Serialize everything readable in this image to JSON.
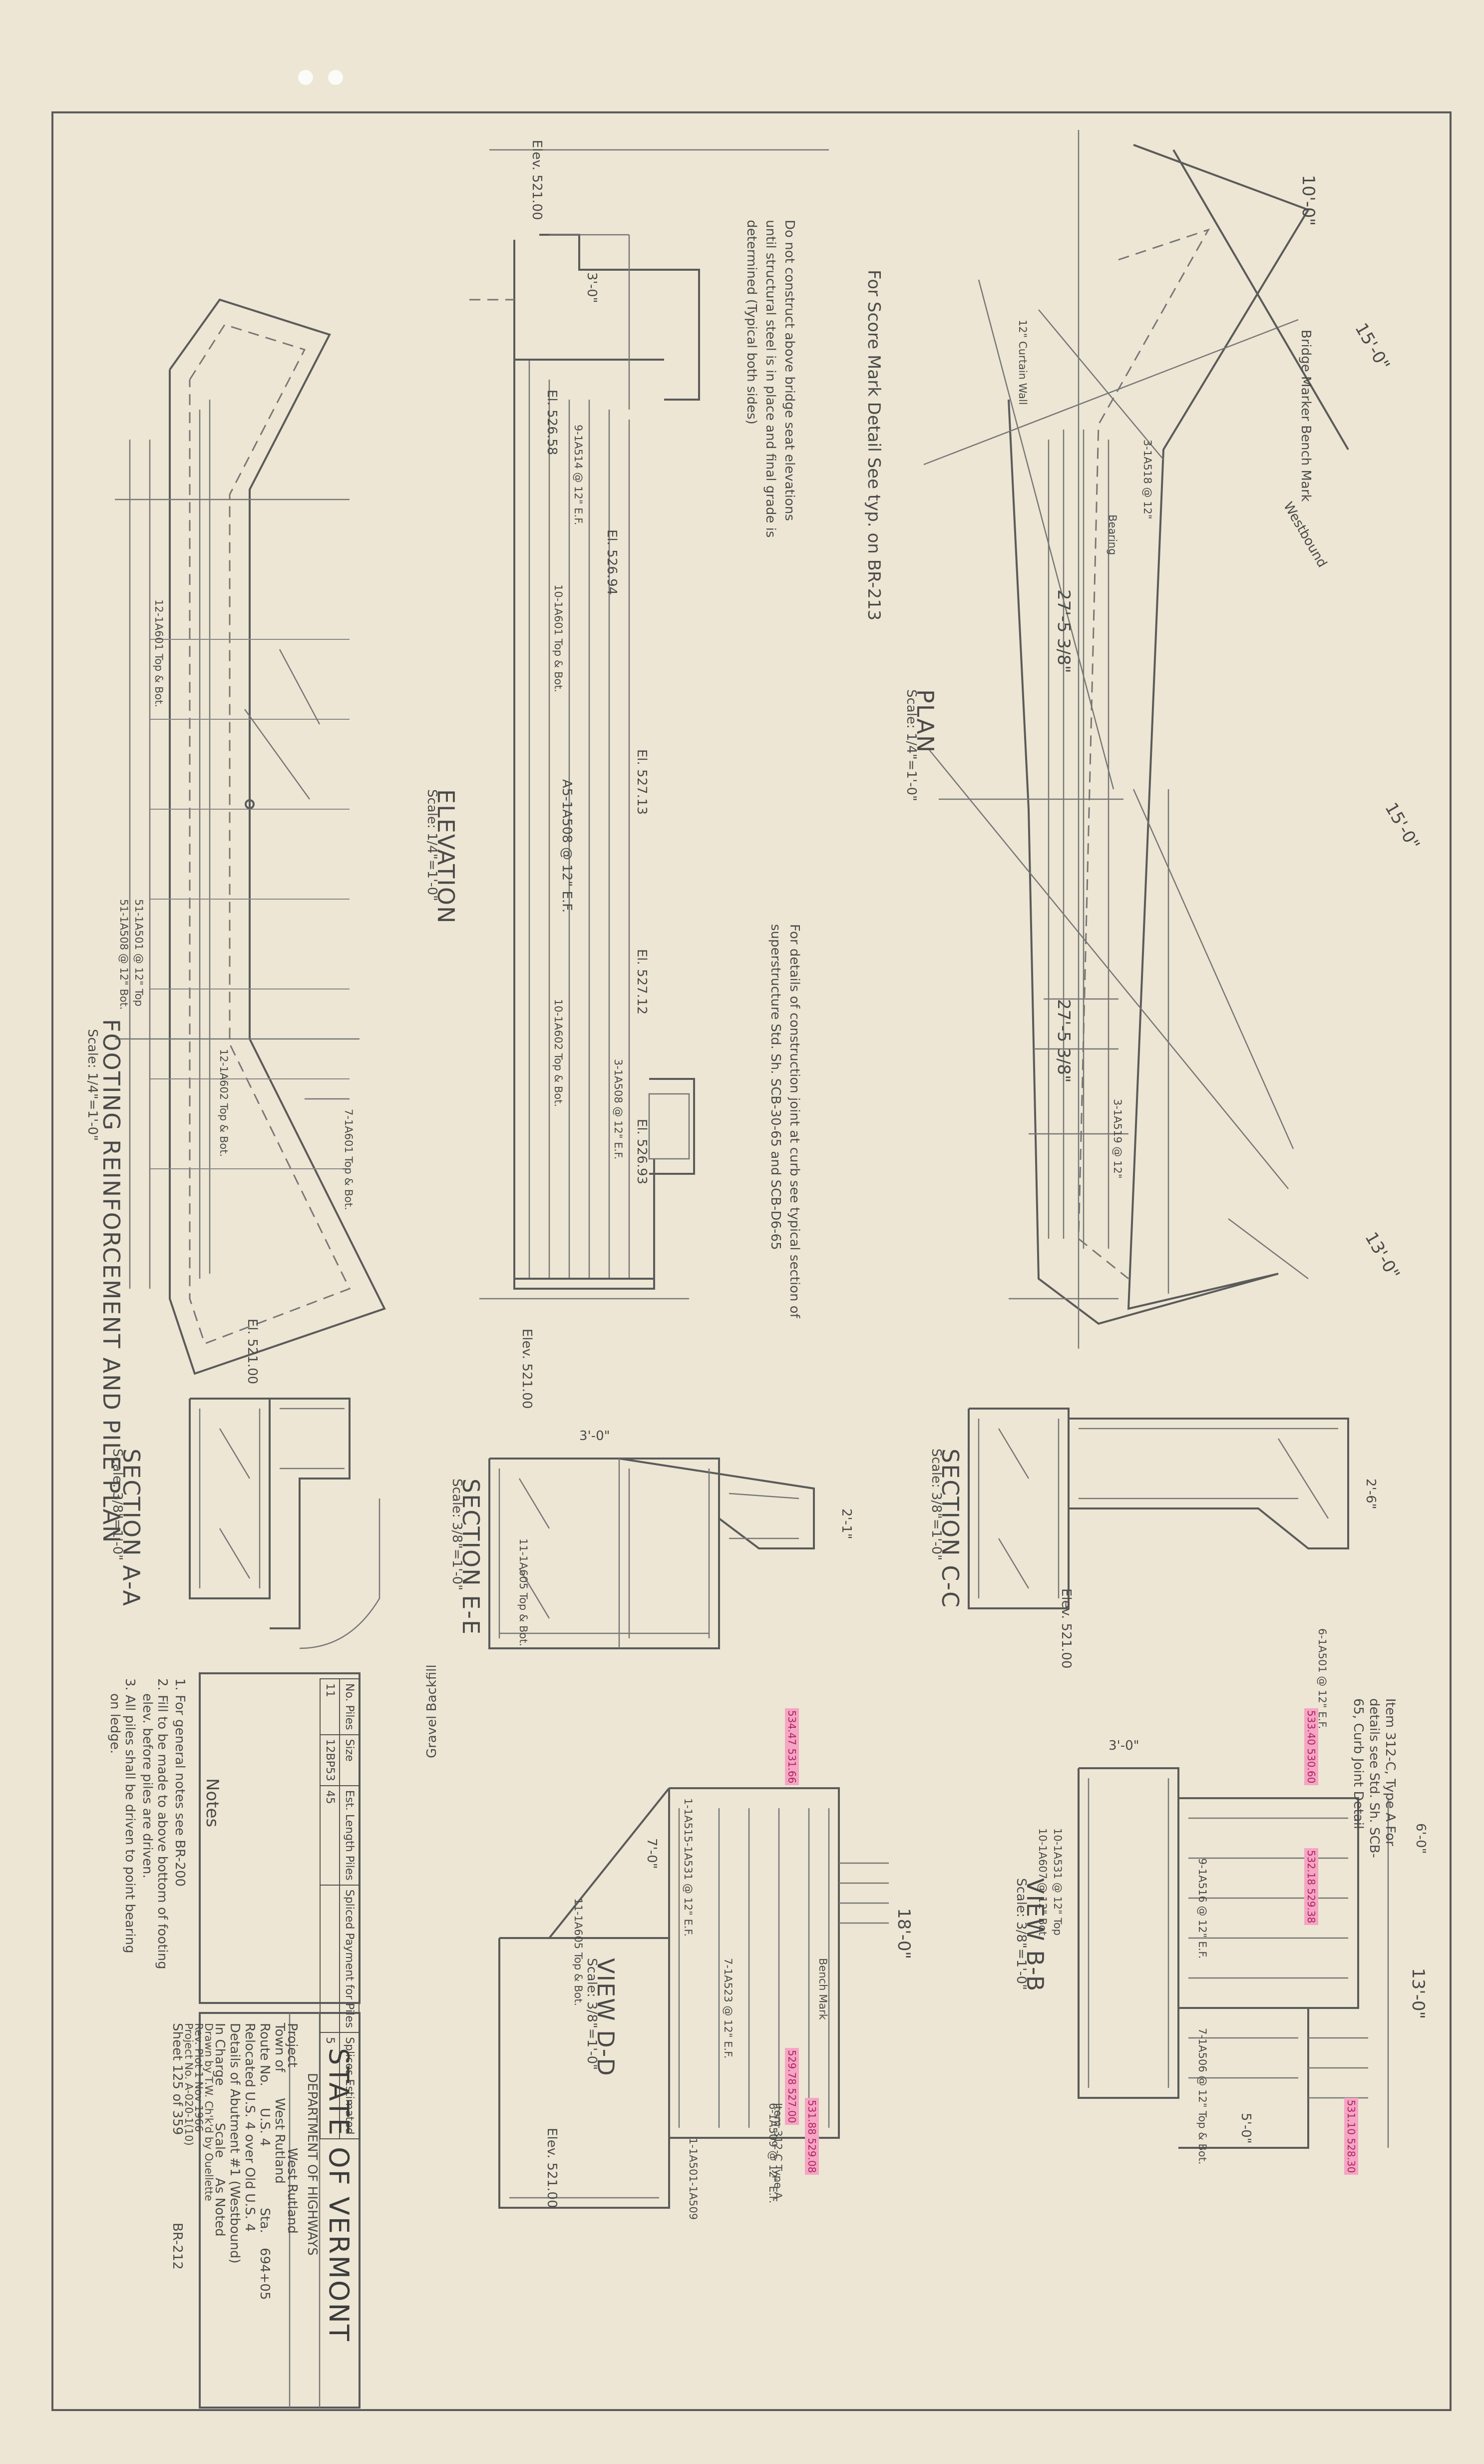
{
  "title_block": {
    "state": "STATE OF VERMONT",
    "department": "DEPARTMENT OF HIGHWAYS",
    "project_label": "Project",
    "project_value": "West Rutland",
    "town_label": "Town of",
    "town_value": "West Rutland",
    "route_label": "Route No.",
    "route_value": "U.S. 4",
    "sta_label": "Sta.",
    "sta_value": "694+05",
    "relocated": "Relocated U.S. 4 over Old U.S. 4",
    "details": "Details of Abutment #1 (Westbound)",
    "in_charge": "In Charge",
    "scale_label": "Scale",
    "scale_value": "As Noted",
    "drawn": "Drawn by T.W. Ch'k'd by Ouellette",
    "rev": "Rev. Plot 1 Nov 1966",
    "project_no": "Project No. A-020-1(10)",
    "sheet": "Sheet 125 of 359",
    "dwg": "BR-212"
  },
  "views": {
    "footing_plan": "FOOTING REINFORCEMENT AND PILE PLAN",
    "footing_scale": "Scale: 1/4\"=1'-0\"",
    "elevation": "ELEVATION",
    "elevation_scale": "Scale: 1/4\"=1'-0\"",
    "plan": "PLAN",
    "plan_scale": "Scale: 1/4\"=1'-0\"",
    "section_aa": "SECTION A-A",
    "section_aa_scale": "Scale: 3/8\"=1'-0\"",
    "section_ee": "SECTION E-E",
    "section_ee_scale": "Scale: 3/8\"=1'-0\"",
    "section_cc": "SECTION C-C",
    "section_cc_scale": "Scale: 3/8\"=1'-0\"",
    "view_dd": "VIEW D-D",
    "view_dd_scale": "Scale: 3/8\"=1'-0\"",
    "view_bb": "VIEW B-B",
    "view_bb_scale": "Scale: 3/8\"=1'-0\""
  },
  "notes": {
    "heading": "Notes",
    "n1": "1. For general notes see BR-200",
    "n2": "2. Fill to be made to above bottom of footing",
    "n2b": "elev. before piles are driven.",
    "n3": "3. All piles shall be driven to point bearing",
    "n3b": "on ledge."
  },
  "schedule": {
    "headers": [
      "No. Piles",
      "Size",
      "Est. Length Piles",
      "Spliced Payment for Piles",
      "Splices Estimated"
    ],
    "row": [
      "11",
      "12BP53",
      "45",
      "",
      "5"
    ]
  },
  "callouts": {
    "score_mark": "For Score Mark Detail See typ. on BR-213",
    "do_not_construct": "Do not construct above bridge seat elevations until structural steel is in place and final grade is determined (Typical both sides)",
    "construction_joint": "For details of construction joint at curb see typical section of superstructure Std. Sh. SCB-30-65 and SCB-D6-65",
    "item_joint": "Item 312-C, Type A For details see Std. Sh. SCB-65, Curb Joint Detail",
    "bridge_marker": "Bridge Marker Bench Mark",
    "gravel": "Gravel Backfill",
    "westbound": "Westbound",
    "bearing": "Bearing",
    "curtain_wall": "12\" Curtain Wall",
    "bench": "Bench Mark",
    "item_312": "Item 312-C Type A"
  },
  "dims": {
    "d2758": "27'-5 3/8\"",
    "d2758b": "27'-5 3/8\"",
    "d15a": "15'-0\"",
    "d15b": "15'-0\"",
    "d13": "13'-0\"",
    "d10": "10'-0\"",
    "d30a": "3'-0\"",
    "d30b": "3'-0\"",
    "d30c": "3'-0\"",
    "d26": "2'-6\"",
    "d21": "2'-1\"",
    "d18": "18'-0\"",
    "d70": "7'-0\"",
    "d5": "5'-0\"",
    "d6": "6'-0\"",
    "d130": "13'-0\""
  },
  "elevations": {
    "e52100a": "Elev. 521.00",
    "e52100b": "El. 521.00",
    "e52100c": "Elev. 521.00",
    "e52100d": "Elev. 521.00",
    "e52658": "El. 526.58",
    "e52694": "El. 526.94",
    "e52713": "El. 527.13",
    "e52712": "El. 527.12",
    "e52693": "El. 526.93",
    "e52100e": "Elev. 521.00"
  },
  "bars": {
    "b1": "10-1A601 Top & Bot.",
    "b2": "9-1A514 @ 12\" E.F.",
    "b3": "A5-1A508 @ 12\" E.F.",
    "b4": "10-1A602 Top & Bot.",
    "b5": "3-1A508 @ 12\" E.F.",
    "b6": "11-1A605 Top & Bot.",
    "b7": "12-1A601 Top & Bot.",
    "b8": "51-1A501 @ 12\" Top",
    "b9": "51-1A508 @ 12\" Bot.",
    "b10": "12-1A602 Top & Bot.",
    "b11": "7-1A601 Top & Bot.",
    "b12": "3-1A518 @ 12\"",
    "b13": "3-1A519 @ 12\"",
    "b14": "6-1A501 @ 12\" E.F.",
    "b15": "10-1A531 @ 12\" Top",
    "b16": "10-1A607 @ 12\" Bot.",
    "b17": "9-1A516 @ 12\" E.F.",
    "b18": "7-1A506 @ 12\" Top & Bot.",
    "b19": "1-1A515-1A531 @ 12\" E.F.",
    "b20": "7-1A523 @ 12\" E.F.",
    "b21": "6-1A509 @ 12\" E.F.",
    "b22": "11-1A605 Top & Bot.",
    "b23": "1-1A501-1A509"
  },
  "pink": {
    "p1": "534.47 531.66",
    "p2": "533.40 530.60",
    "p3": "532.18 529.38",
    "p4": "531.10 528.30",
    "p5": "531.88 529.08",
    "p6": "529.78 527.00"
  },
  "colors": {
    "paper": "#ede6d4",
    "ink": "#5b5b5b",
    "pink": "#f4a6c3"
  }
}
